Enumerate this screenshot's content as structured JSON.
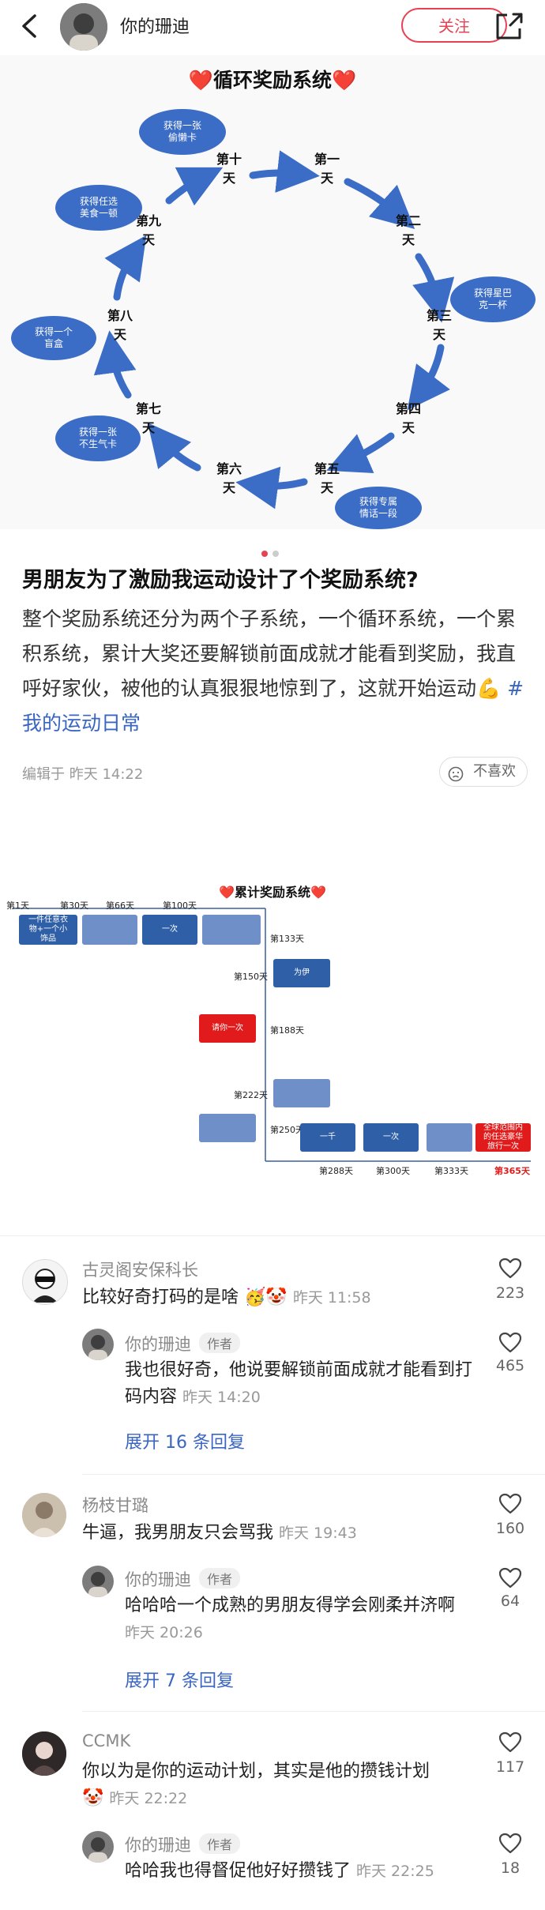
{
  "header": {
    "author_name": "你的珊迪",
    "follow_label": "关注"
  },
  "gallery": {
    "title": "❤️循环奖励系统❤️",
    "days": [
      "第十\n天",
      "第一\n天",
      "第二\n天",
      "第三\n天",
      "第四\n天",
      "第五\n天",
      "第六\n天",
      "第七\n天",
      "第八\n天",
      "第九\n天"
    ],
    "rewards": {
      "day10": "获得一张\n偷懒卡",
      "day3": "获得星巴\n克一杯",
      "day5": "获得专属\n情话一段",
      "day7": "获得一张\n不生气卡",
      "day8": "获得一个\n盲盒",
      "day9": "获得任选\n美食一顿"
    },
    "active_dot_color": "#e64254",
    "inactive_dot_color": "#cccccc",
    "arrow_color": "#3b6cc6"
  },
  "post": {
    "title": "男朋友为了激励我运动设计了个奖励系统?",
    "body": "整个奖励系统还分为两个子系统，一个循环系统，一个累积系统，累计大奖还要解锁前面成就才能看到奖励，我直呼好家伙，被他的认真狠狠地惊到了，这就开始运动",
    "emoji": "💪",
    "tag": "#我的运动日常",
    "edit_time": "编辑于 昨天 14:22",
    "dislike_label": "不喜欢"
  },
  "accum_chart": {
    "title": "❤️累计奖励系统❤️",
    "top_days": [
      "第1天",
      "第30天",
      "第66天",
      "第100天"
    ],
    "block_1": "一件任意衣\n物+一个小\n饰品",
    "block_4": "一次",
    "side_days": [
      "第133天",
      "第150天",
      "第188天",
      "第222天",
      "第250天"
    ],
    "side_block_150": "为伊",
    "left_red": "请你一次",
    "bottom_days": [
      "第288天",
      "第300天",
      "第333天",
      "第365天"
    ],
    "bottom_block_288": "一千",
    "bottom_block_300": "一次",
    "final_block": "全球范围内\n的任选豪华\n旅行一次"
  },
  "comments": [
    {
      "name": "古灵阁安保科长",
      "text": "比较好奇打码的是啥",
      "emojis": "🥳🤡",
      "time": "昨天 11:58",
      "likes": "223",
      "reply": {
        "name": "你的珊迪",
        "badge": "作者",
        "text": "我也很好奇，他说要解锁前面成就才能看到打码内容",
        "time": "昨天 14:20",
        "likes": "465"
      },
      "expand": "展开 16 条回复"
    },
    {
      "name": "杨枝甘璐",
      "text": "牛逼，我男朋友只会骂我",
      "time": "昨天 19:43",
      "likes": "160",
      "reply": {
        "name": "你的珊迪",
        "badge": "作者",
        "text": "哈哈哈一个成熟的男朋友得学会刚柔并济啊",
        "time": "昨天 20:26",
        "likes": "64"
      },
      "expand": "展开 7 条回复"
    },
    {
      "name": "CCMK",
      "text": "你以为是你的运动计划，其实是他的攒钱计划",
      "emojis": "🤡",
      "time": "昨天 22:22",
      "likes": "117",
      "reply": {
        "name": "你的珊迪",
        "badge": "作者",
        "text": "哈哈我也得督促他好好攒钱了",
        "time": "昨天 22:25",
        "likes": "18"
      }
    }
  ]
}
